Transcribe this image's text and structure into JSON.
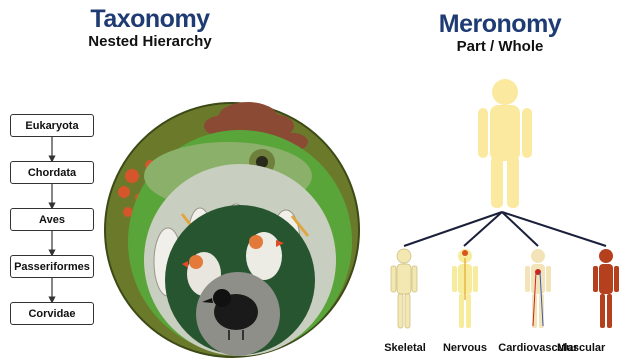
{
  "taxonomy": {
    "title": "Taxonomy",
    "subtitle": "Nested Hierarchy",
    "levels": [
      "Eukaryota",
      "Chordata",
      "Aves",
      "Passeriformes",
      "Corvidae"
    ]
  },
  "meronomy": {
    "title": "Meronomy",
    "subtitle": "Part / Whole",
    "parts": [
      "Skeletal",
      "Nervous",
      "Cardiovascular",
      "Muscular"
    ]
  },
  "colors": {
    "title_blue": "#1f3b73",
    "body_yellow": "#fbe9a0",
    "ring_green": "#5aa53a",
    "muscular_red": "#b5401e"
  }
}
